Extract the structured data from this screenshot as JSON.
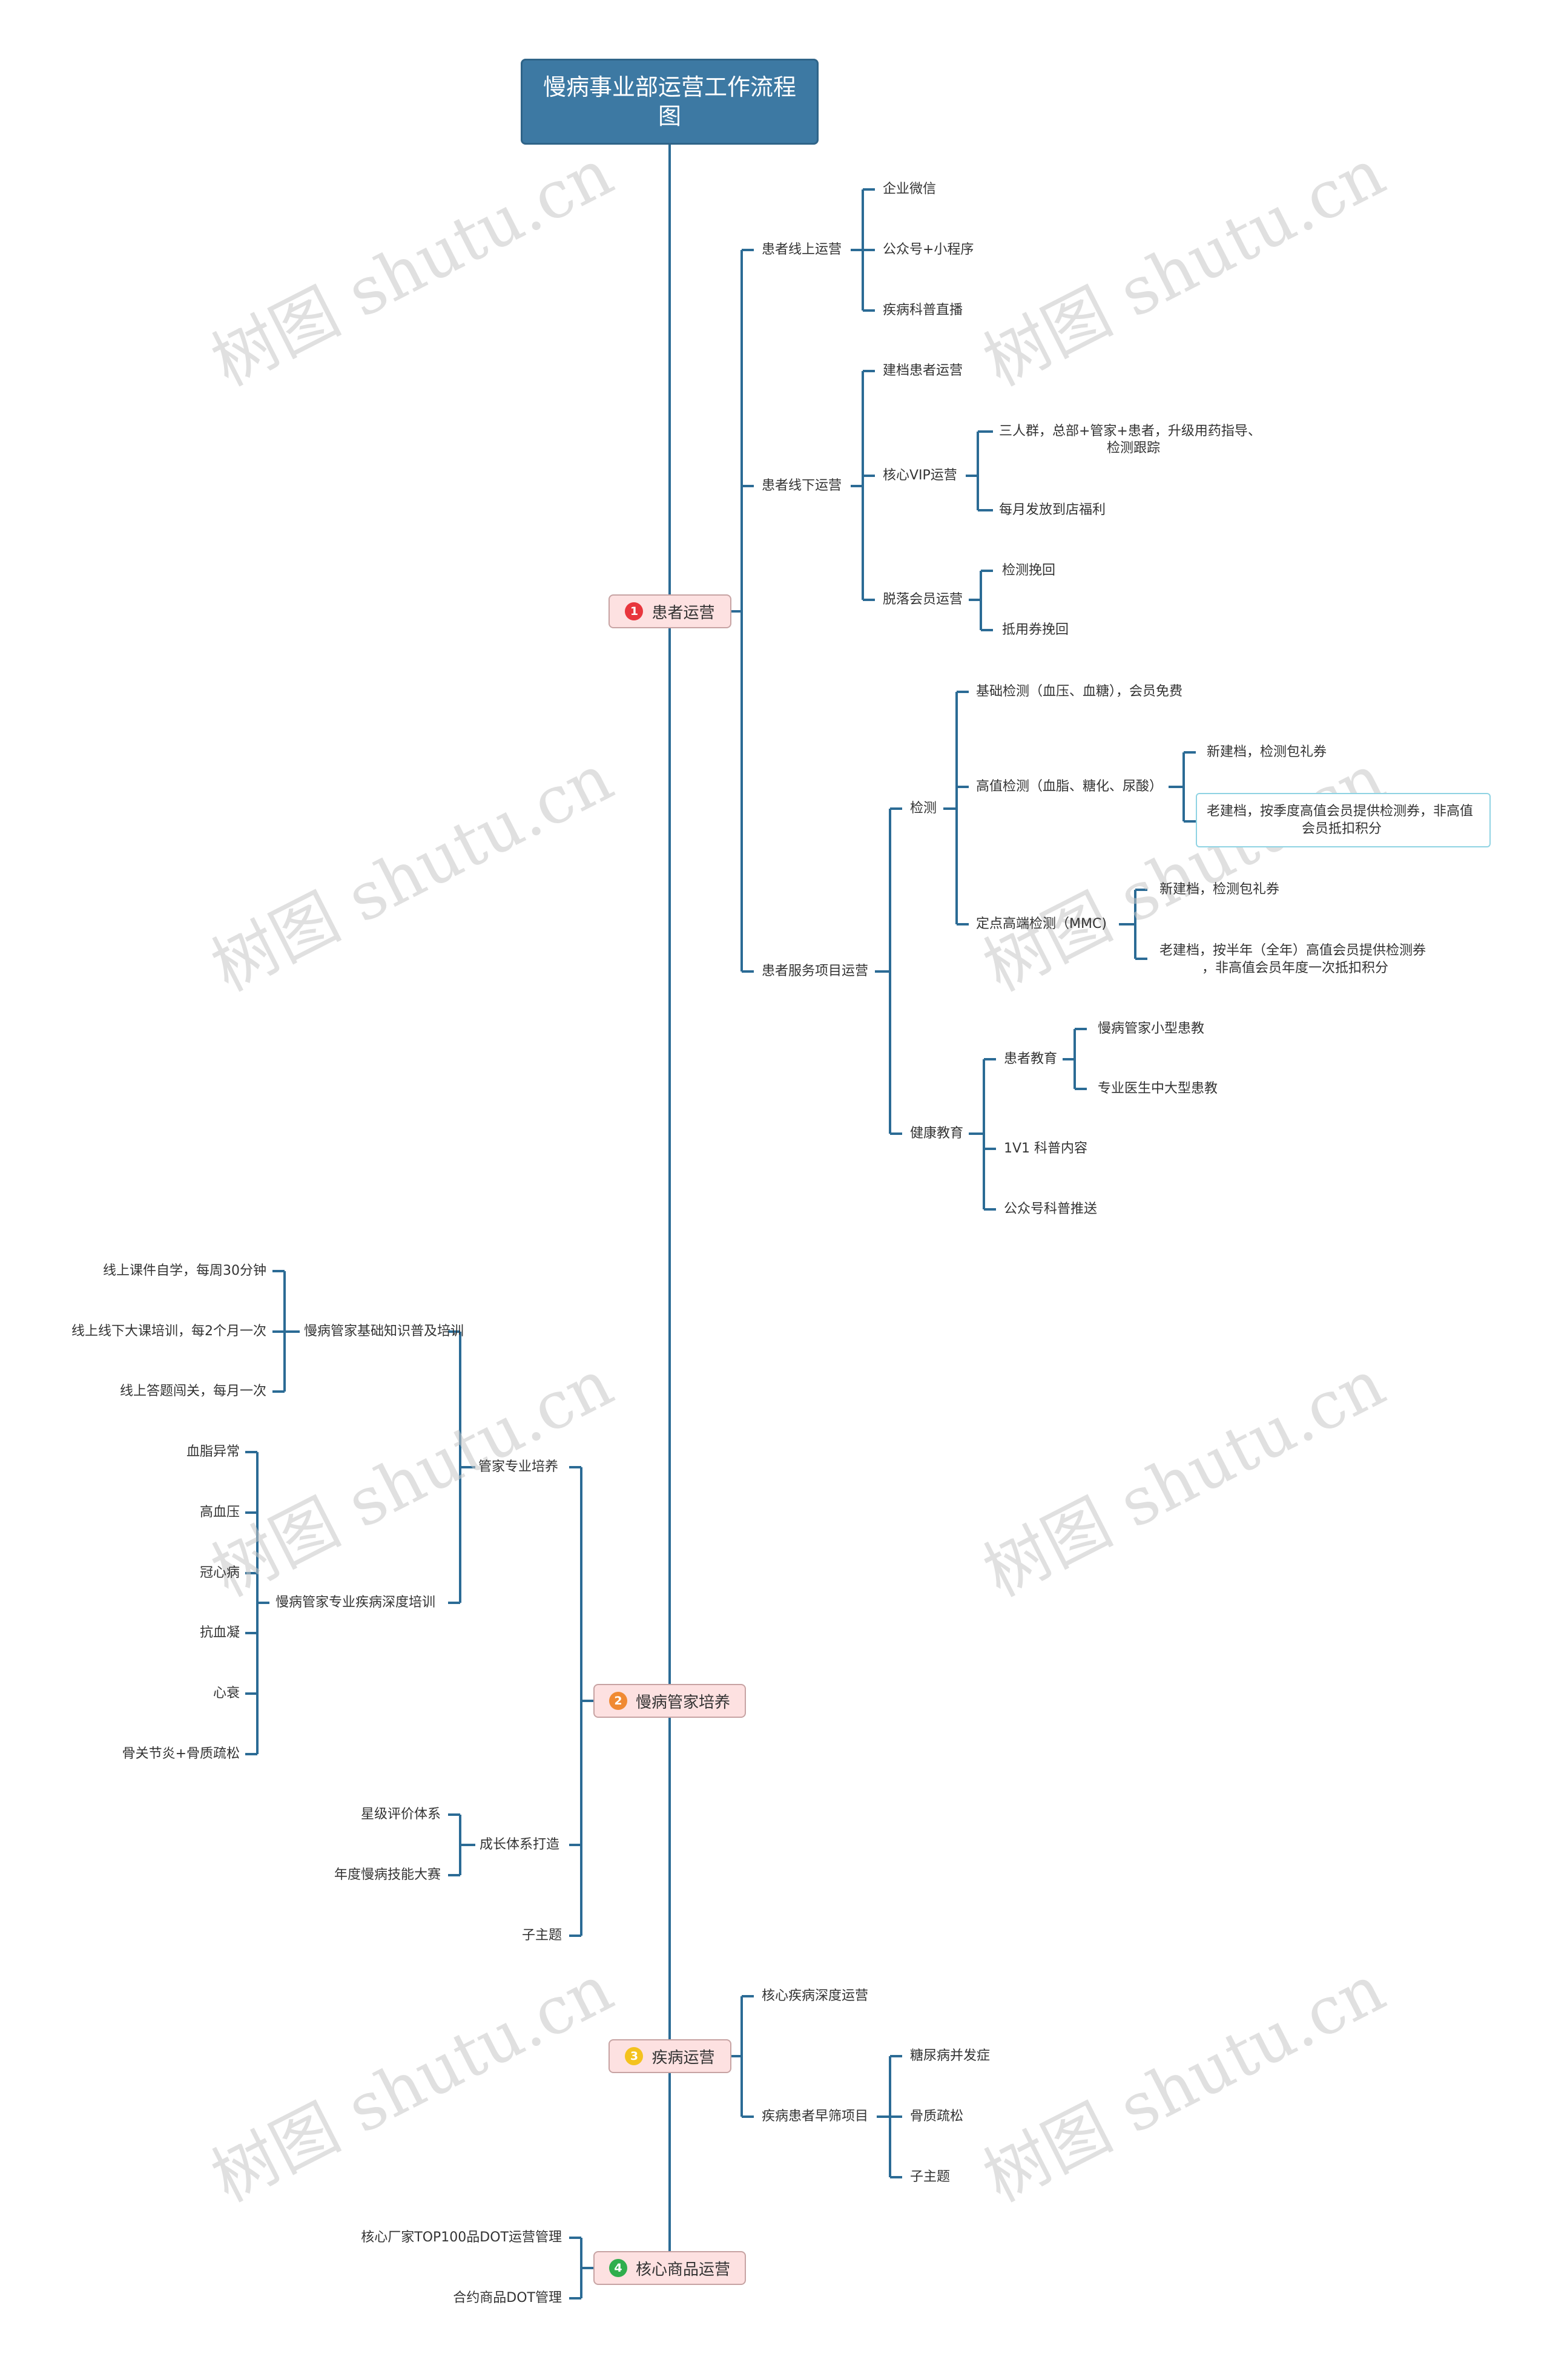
{
  "title": "慢病事业部运营工作流程图",
  "watermark": "树图 shutu.cn",
  "colors": {
    "line": "#2b6b95",
    "root": "#3d79a3",
    "main_fill": "#fde1e1",
    "badge1": "#e8363d",
    "badge2": "#f08a33",
    "badge3": "#f4c21e",
    "badge4": "#2fae4d"
  },
  "branches": {
    "b1": {
      "label": "患者运营",
      "badge": "1",
      "online": {
        "label": "患者线上运营",
        "items": [
          "企业微信",
          "公众号+小程序",
          "疾病科普直播"
        ]
      },
      "offline": {
        "label": "患者线下运营",
        "archive": "建档患者运营",
        "vip": {
          "label": "核心VIP运营",
          "items": [
            "三人群，总部+管家+患者，升级用药指导、",
            "检测跟踪",
            "每月发放到店福利"
          ]
        },
        "lapsed": {
          "label": "脱落会员运营",
          "items": [
            "检测挽回",
            "抵用券挽回"
          ]
        }
      },
      "service": {
        "label": "患者服务项目运营",
        "detect": {
          "label": "检测",
          "basic": "基础检测（血压、血糖），会员免费",
          "high": {
            "label": "高值检测（血脂、糖化、尿酸）",
            "new": "新建档，检测包礼券",
            "old1": "老建档，按季度高值会员提供检测券，非高值",
            "old2": "会员抵扣积分"
          },
          "mmc": {
            "label": "定点高端检测（MMC)",
            "new": "新建档，检测包礼券",
            "old1": "老建档，按半年（全年）高值会员提供检测券",
            "old2": "，非高值会员年度一次抵扣积分"
          }
        },
        "edu": {
          "label": "健康教育",
          "patient": {
            "label": "患者教育",
            "items": [
              "慢病管家小型患教",
              "专业医生中大型患教"
            ]
          },
          "one": "1V1 科普内容",
          "wx": "公众号科普推送"
        }
      }
    },
    "b2": {
      "label": "慢病管家培养",
      "badge": "2",
      "pro": {
        "label": "管家专业培养",
        "basic": {
          "label": "慢病管家基础知识普及培训",
          "items": [
            "线上课件自学，每周30分钟",
            "线上线下大课培训，每2个月一次",
            "线上答题闯关，每月一次"
          ]
        },
        "deep": {
          "label": "慢病管家专业疾病深度培训",
          "items": [
            "血脂异常",
            "高血压",
            "冠心病",
            "抗血凝",
            "心衰",
            "骨关节炎+骨质疏松"
          ]
        }
      },
      "growth": {
        "label": "成长体系打造",
        "items": [
          "星级评价体系",
          "年度慢病技能大赛"
        ]
      },
      "sub": "子主题"
    },
    "b3": {
      "label": "疾病运营",
      "badge": "3",
      "deep": "核心疾病深度运营",
      "screen": {
        "label": "疾病患者早筛项目",
        "items": [
          "糖尿病并发症",
          "骨质疏松",
          "子主题"
        ]
      }
    },
    "b4": {
      "label": "核心商品运营",
      "badge": "4",
      "items": [
        "核心厂家TOP100品DOT运营管理",
        "合约商品DOT管理"
      ]
    }
  }
}
